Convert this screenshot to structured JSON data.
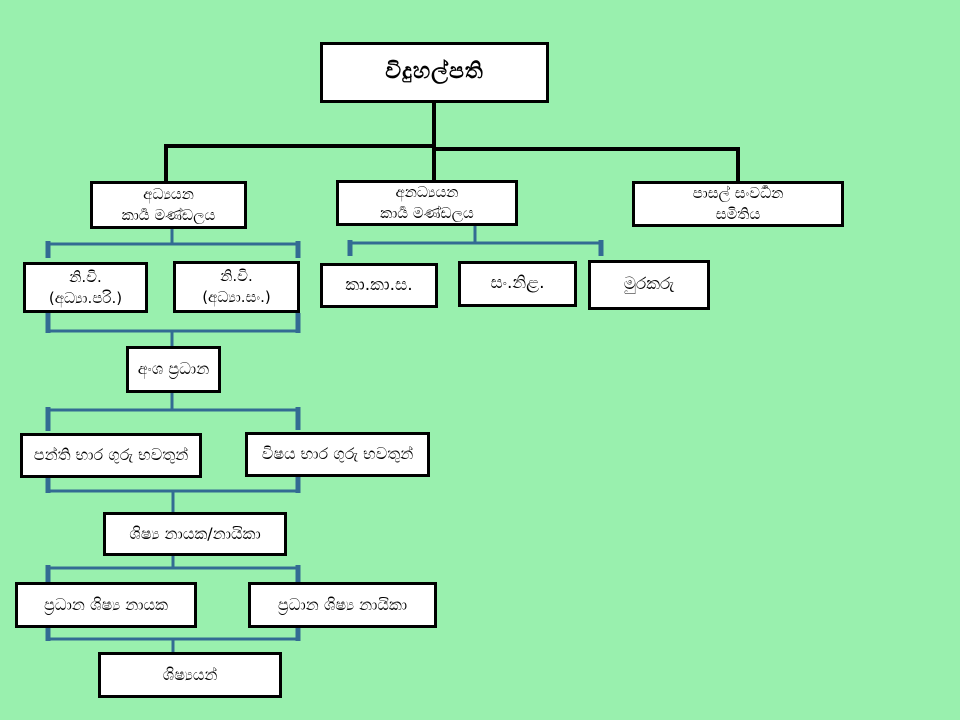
{
  "slide": {
    "background_color": "#99F0AE",
    "box_fill_color": "#FFFFFF",
    "box_border_color": "#000000",
    "primary_connector_color": "#000000",
    "secondary_connector_color": "#336B93"
  },
  "org_chart": {
    "nodes": {
      "principal": {
        "label": "විදුහල්පති"
      },
      "academic_staff": {
        "label": "අධ්‍යයන\nකාර්‍ය මණ්ඩලය"
      },
      "non_academic_staff": {
        "label": "අනධ්‍යයන\nකාර්‍ය මණ්ඩලය"
      },
      "school_development_society": {
        "label": "පාසල් සංවර්‍ධන\nසමිතිය"
      },
      "deputy_principal_admin": {
        "label": "නි.වි.\n(අධ්‍යා.පරි.)"
      },
      "deputy_principal_co": {
        "label": "නි.වි.\n(අධ්‍යා.සං.)"
      },
      "office_staff": {
        "label": "කා.කා.ස."
      },
      "development_officers": {
        "label": "සං.නිළ."
      },
      "watchman": {
        "label": "මුරකරු"
      },
      "section_heads": {
        "label": "අංශ ප්‍රධාන"
      },
      "class_teachers": {
        "label": "පන්ති භාර ගුරු භවතුන්"
      },
      "subject_teachers": {
        "label": "විෂය භාර ගුරු භවතුන්"
      },
      "student_leaders": {
        "label": "ශිෂ්‍ය නායක/නායිකා"
      },
      "head_prefect": {
        "label": "ප්‍රධාන ශිෂ්‍ය නායක"
      },
      "head_girl_prefect": {
        "label": "ප්‍රධාන ශිෂ්‍ය නායිකා"
      },
      "students": {
        "label": "ශිෂ්‍යයන්"
      }
    }
  }
}
